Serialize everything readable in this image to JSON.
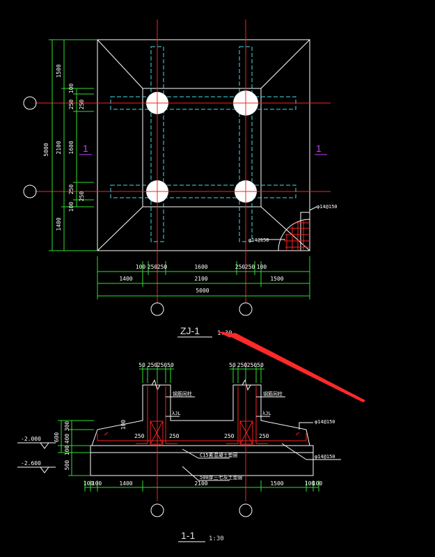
{
  "colors": {
    "background": "#000000",
    "outline": "#ffffff",
    "axis": "#ff2020",
    "rebar_dashed": "#40e0f0",
    "dimension": "#30e030",
    "section_mark": "#c040ff",
    "pointer_arrow": "#ff2a2a"
  },
  "plan": {
    "title": "ZJ-1",
    "scale": "1:30",
    "section_mark_left": "1",
    "section_mark_right": "1",
    "left_dims_outer": [
      "5000"
    ],
    "left_dims_mid": [
      "1500",
      "2100",
      "1400"
    ],
    "left_dims_inner": [
      "100",
      "250",
      "250",
      "1600",
      "250",
      "250",
      "100"
    ],
    "bottom_dims_row1": [
      "100",
      "250",
      "250",
      "1600",
      "250",
      "250",
      "100"
    ],
    "bottom_dims_row2": [
      "1400",
      "2100",
      "1500"
    ],
    "bottom_dims_row3": "5000",
    "rebar_note_top": "φ14@150",
    "rebar_note_bottom": "φ14@150"
  },
  "section": {
    "title": "1-1",
    "scale": "1:30",
    "col1_top_dims": [
      "50",
      "250",
      "250",
      "50"
    ],
    "col2_top_dims": [
      "50",
      "250",
      "250",
      "50"
    ],
    "col1_label": "钢筋同柱",
    "col2_label": "钢筋同柱",
    "col1_anchor": "λJL",
    "col2_anchor": "λJL",
    "level_top": "-2.000",
    "level_bottom": "-2.600",
    "left_dims": [
      "300",
      "400",
      "100",
      "500"
    ],
    "left_dim_total": "600",
    "left_slope_dim": "100",
    "side_dims_left": [
      "250",
      "250"
    ],
    "side_dims_right": [
      "250",
      "250"
    ],
    "note_c15": "C15素混凝土垫层",
    "note_500": "500厚三七灰土垫层",
    "rebar_note_1": "φ14@150",
    "rebar_note_2": "φ14@150",
    "bottom_dims": [
      "100",
      "100",
      "1400",
      "2100",
      "1500",
      "100",
      "100"
    ]
  }
}
